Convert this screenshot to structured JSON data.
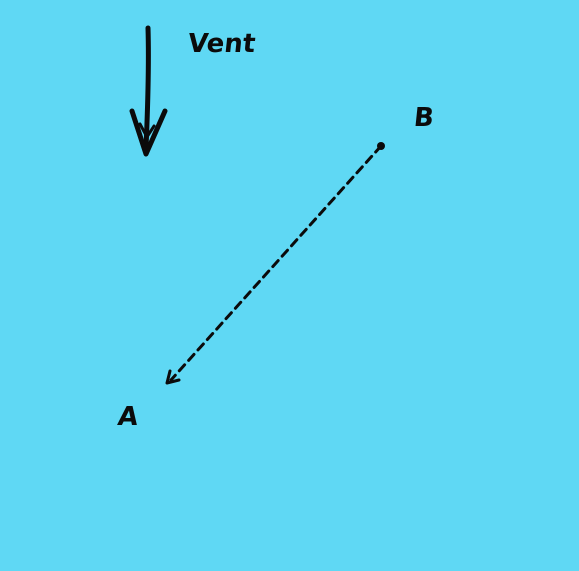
{
  "diagram": {
    "background_color": "#5fd8f4",
    "ink_color": "#0b0b0b",
    "wind_label": "Vent",
    "point_b_label": "B",
    "point_a_label": "A",
    "wind_direction": "down",
    "path": {
      "from": "B",
      "to": "A",
      "style": "dashed",
      "arrowhead": "at A"
    }
  }
}
